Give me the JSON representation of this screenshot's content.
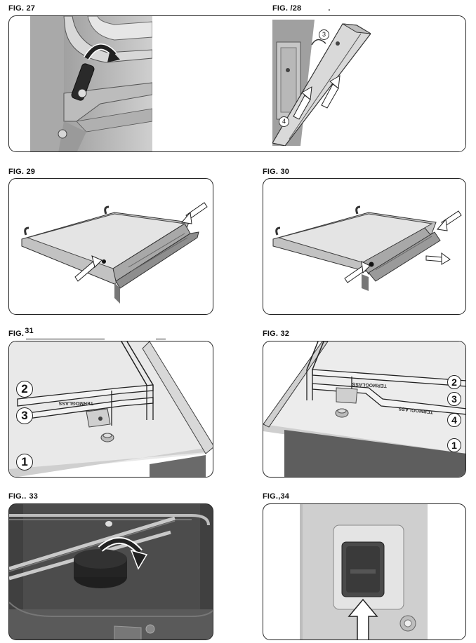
{
  "figures": [
    {
      "id": "27",
      "caption": "FIG. 27"
    },
    {
      "id": "28",
      "caption": "FIG. /28",
      "caption_suffix": ".",
      "callouts": [
        "3",
        "4"
      ]
    },
    {
      "id": "29",
      "caption": "FIG. 29"
    },
    {
      "id": "30",
      "caption": "FIG. 30"
    },
    {
      "id": "31",
      "caption_prefix": "FIG.",
      "caption_num": "31",
      "callouts": [
        "2",
        "3",
        "1"
      ],
      "panel_text": "TERMOGLASS"
    },
    {
      "id": "32",
      "caption": "FIG. 32",
      "callouts": [
        "2",
        "3",
        "4",
        "1"
      ],
      "panel_text": "TERMOGLASS"
    },
    {
      "id": "33",
      "caption": "FIG. 33",
      "caption_prefix": "FIG.."
    },
    {
      "id": "34",
      "caption_prefix": "FIG.,",
      "caption_num": "34"
    }
  ]
}
